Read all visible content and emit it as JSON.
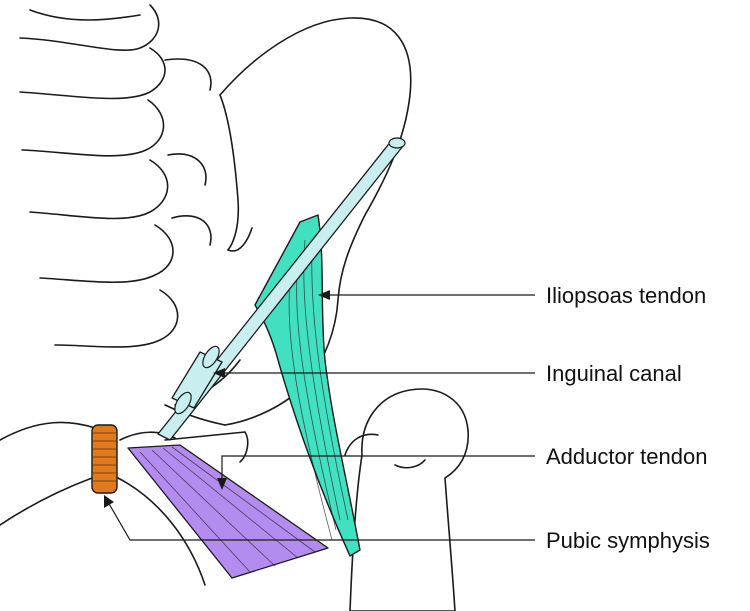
{
  "labels": {
    "iliopsoas_tendon": "Iliopsoas tendon",
    "inguinal_canal": "Inguinal canal",
    "adductor_tendon": "Adductor tendon",
    "pubic_symphysis": "Pubic symphysis"
  },
  "colors": {
    "iliopsoas": "#40e0c0",
    "inguinal_canal": "#c8eef0",
    "adductor": "#b48cf0",
    "pubic_symphysis": "#e07a1c",
    "outline": "#1a1a1a",
    "background": "#ffffff"
  }
}
